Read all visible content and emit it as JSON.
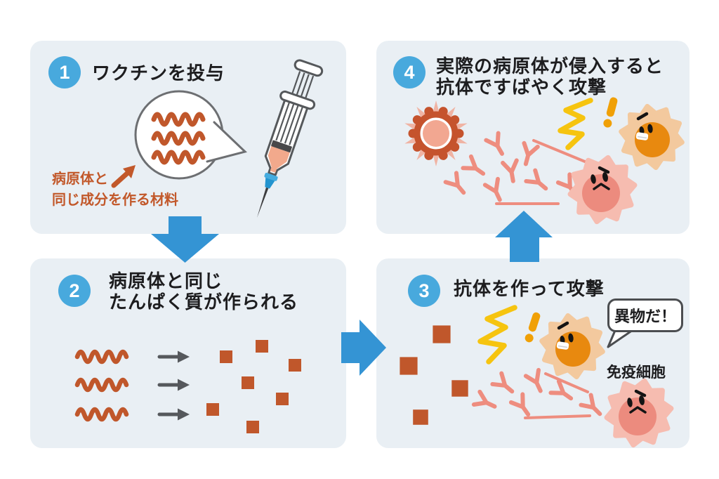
{
  "panels": [
    {
      "number": "1",
      "title_lines": [
        "ワクチンを投与"
      ],
      "annotation_lines": [
        "病原体と",
        "同じ成分を作る材料"
      ]
    },
    {
      "number": "2",
      "title_lines": [
        "病原体と同じ",
        "たんぱく質が作られる"
      ]
    },
    {
      "number": "3",
      "title_lines": [
        "抗体を作って攻撃"
      ],
      "speech_bubble": "異物だ！",
      "cell_label": "免疫細胞"
    },
    {
      "number": "4",
      "title_lines": [
        "実際の病原体が侵入すると",
        "抗体ですばやく攻撃"
      ]
    }
  ],
  "colors": {
    "page_bg": "#ffffff",
    "panel_bg": "#e9eff4",
    "badge_blue": "#48a9dd",
    "flow_arrow_blue": "#3494d4",
    "rust_orange": "#c0572b",
    "annotation_orange": "#c2582a",
    "antibody_pink": "#ee8d7f",
    "cell_orange_outer": "#f3c99e",
    "cell_orange_inner": "#e8890f",
    "cell_pink_outer": "#f6bcb0",
    "cell_pink_inner": "#ec8b7e",
    "virus_dark": "#c5532d",
    "virus_center": "#f2a791",
    "spark_yellow": "#f6c40f",
    "exclamation_orange": "#f0a006",
    "gray_arrow": "#55585c",
    "title_text": "#1d1d1f"
  },
  "icons": [
    "syringe-icon",
    "speech-bubble",
    "mrna-wave-icon",
    "up-right-arrow-icon",
    "protein-square-icon",
    "transform-arrow-icon",
    "flow-arrow-down",
    "flow-arrow-right",
    "flow-arrow-up",
    "virus-icon",
    "antibody-icon",
    "spark-icon",
    "exclamation-icon",
    "immune-cell-orange-icon",
    "immune-cell-pink-icon",
    "speed-line"
  ]
}
